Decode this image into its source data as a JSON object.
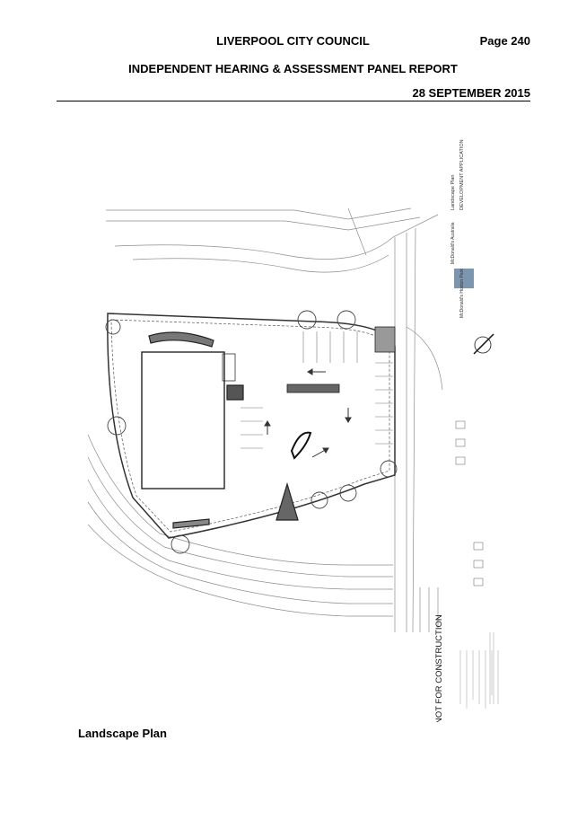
{
  "header": {
    "council": "LIVERPOOL CITY COUNCIL",
    "page": "Page 240",
    "panel": "INDEPENDENT HEARING & ASSESSMENT PANEL REPORT",
    "date": "28 SEPTEMBER 2015"
  },
  "drawing": {
    "stamp": "NOT FOR CONSTRUCTION",
    "title_block": {
      "drawing_title": "Landscape Plan",
      "status": "DEVELOPMENT APPLICATION",
      "client": "McDonald's Australia",
      "project": "McDonald's Hoxton Park"
    }
  },
  "caption": "Landscape Plan"
}
